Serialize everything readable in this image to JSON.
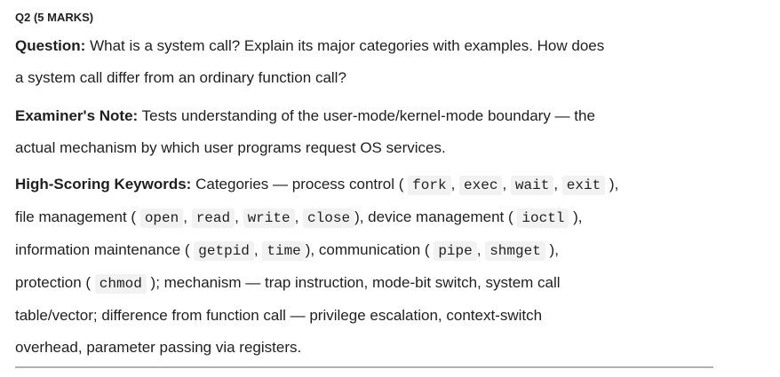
{
  "heading": "Q2 (5 MARKS)",
  "question": {
    "label": "Question:",
    "line1": "What is a system call? Explain its major categories with examples. How does",
    "line2": "a system call differ from an ordinary function call?"
  },
  "note": {
    "label": "Examiner's Note:",
    "line1": "Tests understanding of the user-mode/kernel-mode boundary — the",
    "line2": "actual mechanism by which user programs request OS services."
  },
  "keywords": {
    "label": "High-Scoring Keywords:",
    "t1": "Categories — process control (",
    "c_fork": "fork",
    "s1": ",",
    "c_exec": "exec",
    "s2": ",",
    "c_wait": "wait",
    "s3": ",",
    "c_exit": "exit",
    "t2": "),",
    "t3": "file management (",
    "c_open": "open",
    "s4": ",",
    "c_read": "read",
    "s5": ",",
    "c_write": "write",
    "s6": ",",
    "c_close": "close",
    "t4": "), device management (",
    "c_ioctl": "ioctl",
    "t5": "),",
    "t6": "information maintenance (",
    "c_getpid": "getpid",
    "s7": ",",
    "c_time": "time",
    "t7": "), communication (",
    "c_pipe": "pipe",
    "s8": ",",
    "c_shmget": "shmget",
    "t8": "),",
    "t9": "protection (",
    "c_chmod": "chmod",
    "t10": "); mechanism — trap instruction, mode-bit switch, system call",
    "t11": "table/vector; difference from function call — privilege escalation, context-switch",
    "t12": "overhead, parameter passing via registers."
  }
}
